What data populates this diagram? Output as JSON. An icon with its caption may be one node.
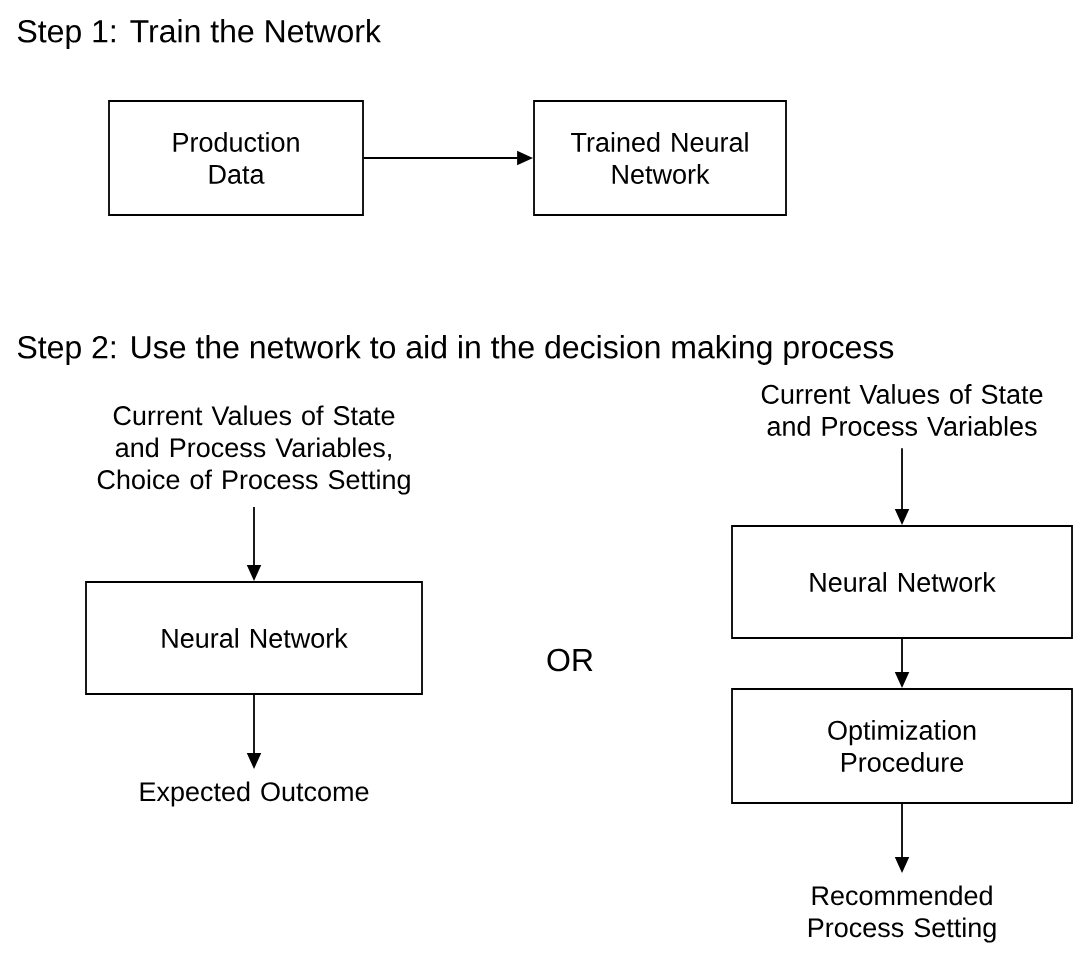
{
  "diagram": {
    "nodes": [
      {
        "text": [
          "Production Data"
        ]
      },
      {
        "text": [
          "Trained Neural Network"
        ]
      },
      {
        "text": [
          "Current Values of State and Process Variables, Choice of Process Setting"
        ]
      },
      {
        "text": [
          "Neural Network"
        ]
      },
      {
        "text": [
          "Expected Outcome"
        ]
      },
      {
        "text": [
          "Current Values of State and Process Variables"
        ]
      },
      {
        "text": [
          "Neural Network"
        ]
      },
      {
        "text": [
          "Optimization Procedure"
        ]
      },
      {
        "text": [
          "Recommended Process Setting"
        ]
      }
    ],
    "edges": [
      {
        "from": 0,
        "to": 1,
        "arrow": "to"
      },
      {
        "from": 2,
        "to": 3,
        "arrow": "to"
      },
      {
        "from": 3,
        "to": 4,
        "arrow": "to"
      },
      {
        "from": 5,
        "to": 6,
        "arrow": "to"
      },
      {
        "from": 6,
        "to": 7,
        "arrow": "to"
      },
      {
        "from": 7,
        "to": 8,
        "arrow": "to"
      }
    ],
    "labels": [
      "Step 1: Train the Network",
      "Step 2: Use the network to aid in the decision making process",
      "OR"
    ]
  }
}
